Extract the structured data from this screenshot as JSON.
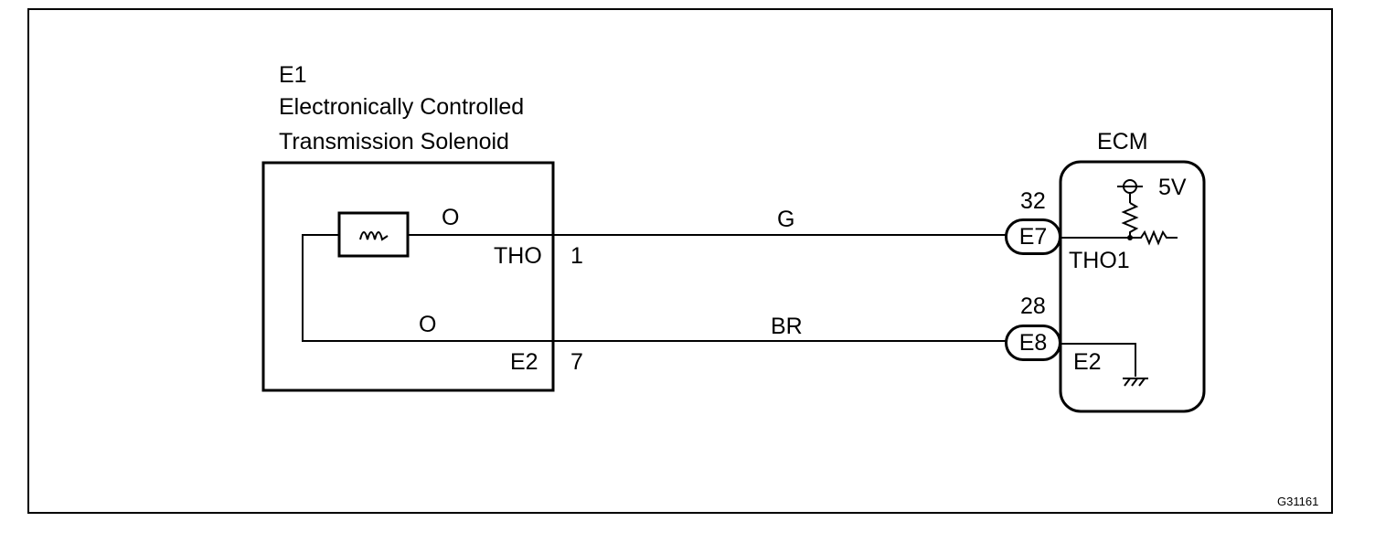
{
  "component": {
    "id": "E1",
    "name_line1": "Electronically Controlled",
    "name_line2": "Transmission Solenoid",
    "terminal_tho": "THO",
    "terminal_e2": "E2",
    "pin_tho": "1",
    "pin_e2": "7",
    "wire_color_inner_top": "O",
    "wire_color_inner_bottom": "O"
  },
  "harness": {
    "wire_top_color": "G",
    "wire_bottom_color": "BR"
  },
  "ecm": {
    "title": "ECM",
    "voltage": "5V",
    "connector_top": "E7",
    "connector_top_pin": "32",
    "connector_bottom": "E8",
    "connector_bottom_pin": "28",
    "terminal_tho1": "THO1",
    "terminal_e2": "E2"
  },
  "figure_code": "G31161"
}
